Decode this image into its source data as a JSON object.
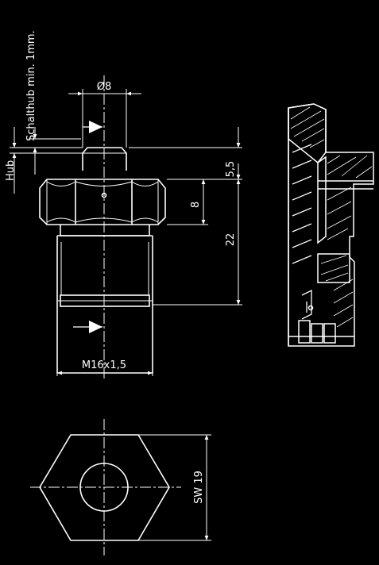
{
  "labels": {
    "diameter": "Ø8",
    "hub": "Hub",
    "schalthub": "Schalthub min. 1mm.",
    "dim_5_5": "5,5",
    "dim_8": "8",
    "dim_22": "22",
    "thread": "M16x1,5",
    "sw": "SW 19"
  },
  "colors": {
    "background": "#000000",
    "line": "#ffffff"
  }
}
